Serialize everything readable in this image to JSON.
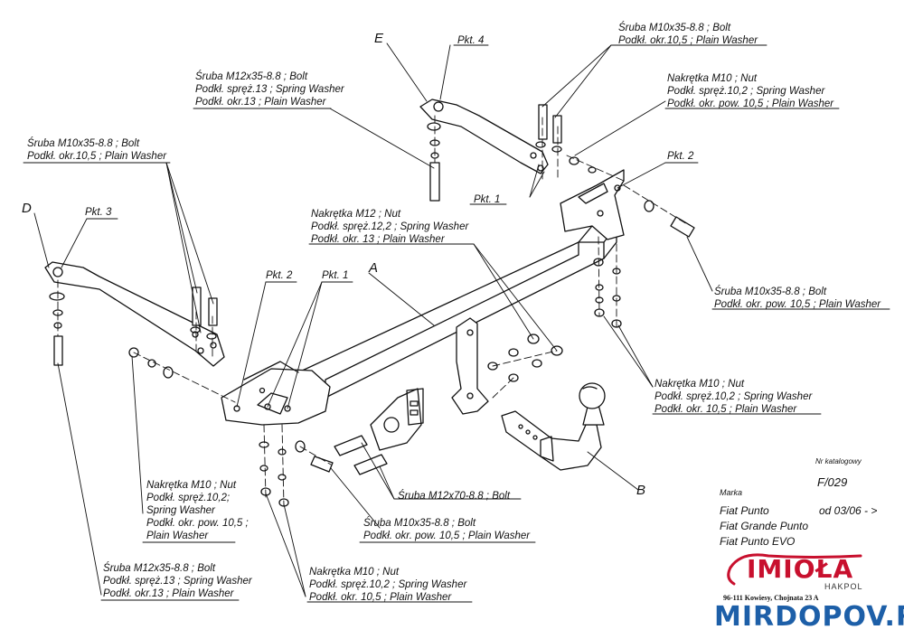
{
  "labels": {
    "bolt_top": [
      "Śruba M10x35-8.8 ;  Bolt",
      "Podkł. okr.10,5 ; Plain Washer"
    ],
    "nut_top": [
      "Nakrętka  M10 ; Nut",
      "Podkł. spręż.10,2 ; Spring Washer",
      "Podkł. okr. pow. 10,5 ; Plain Washer"
    ],
    "bolt_m12_top": [
      "Śruba M12x35-8.8 ;  Bolt",
      "Podkł. spręż.13 ; Spring Washer",
      "Podkł. okr.13 ; Plain Washer"
    ],
    "bolt_left": [
      "Śruba M10x35-8.8 ;  Bolt",
      "Podkł. okr.10,5 ; Plain Washer"
    ],
    "nut_m12": [
      "Nakrętka  M12 ; Nut",
      "Podkł. spręż.12,2 ; Spring Washer",
      "Podkł. okr. 13 ; Plain Washer"
    ],
    "bolt_right": [
      "Śruba M10x35-8.8 ;  Bolt",
      "Podkł. okr. pow. 10,5 ; Plain Washer"
    ],
    "nut_right": [
      "Nakrętka  M10 ; Nut",
      "Podkł. spręż.10,2 ; Spring Washer",
      "Podkł. okr. 10,5 ; Plain Washer"
    ],
    "nut_left_low": [
      "Nakrętka  M10 ; Nut",
      "Podkł. spręż.10,2;",
      "Spring Washer",
      "Podkł. okr. pow. 10,5 ;",
      "Plain Washer"
    ],
    "bolt_m12x70": "Śruba M12x70-8.8 ;  Bolt",
    "bolt_mid_low": [
      "Śruba M10x35-8.8 ;  Bolt",
      "Podkł. okr. pow. 10,5 ; Plain Washer"
    ],
    "bolt_m12_low": [
      "Śruba M12x35-8.8 ;  Bolt",
      "Podkł. spręż.13 ; Spring Washer",
      "Podkł. okr.13 ; Plain Washer"
    ],
    "nut_bottom": [
      "Nakrętka  M10 ; Nut",
      "Podkł. spręż.10,2 ; Spring Washer",
      "Podkł. okr. 10,5 ; Plain Washer"
    ]
  },
  "points": {
    "pkt4": "Pkt. 4",
    "pkt1_top": "Pkt. 1",
    "pkt2_right": "Pkt. 2",
    "pkt3": "Pkt. 3",
    "pkt2_left": "Pkt. 2",
    "pkt1_left": "Pkt. 1"
  },
  "parts": {
    "a": "A",
    "b": "B",
    "d": "D",
    "e": "E"
  },
  "info": {
    "catalog_label": "Nr katalogowy",
    "catalog_number": "F/029",
    "brand_label": "Marka",
    "models": [
      "Fiat Punto",
      "Fiat Grande Punto",
      "Fiat Punto EVO"
    ],
    "date_range": "od 03/06 - >"
  },
  "logo": {
    "name": "IMIOŁA",
    "sub": "HAKPOL",
    "address": "96-111 Kowiesy, Chojnata 23 A"
  },
  "watermark": "MIRDOPOV.RU",
  "colors": {
    "line": "#111111",
    "logo_red": "#c8102e",
    "watermark_blue": "#1d5fa8"
  }
}
